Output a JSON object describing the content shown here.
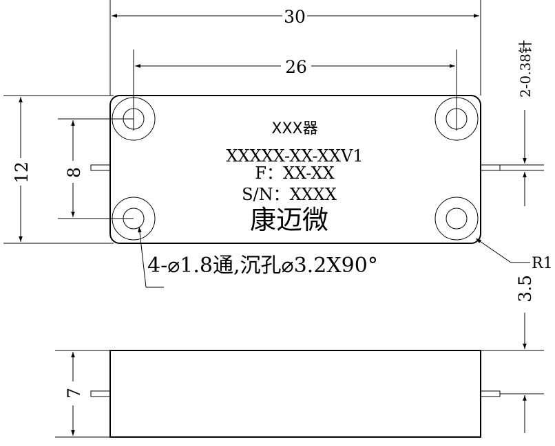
{
  "dimensions": {
    "overall_width": "30",
    "hole_spacing": "26",
    "overall_height": "12",
    "hole_vertical_spacing": "8",
    "pin_spec": "2-0.38针",
    "corner_radius": "R1",
    "pin_offset": "3.5",
    "body_thickness": "7"
  },
  "hole_note": "4-⌀1.8通,沉孔⌀3.2X90°",
  "label": {
    "product": "XXX器",
    "model": "XXXXX-XX-XXV1",
    "freq": "F：XX-XX",
    "serial": "S/N：XXXX",
    "brand": "康迈微"
  }
}
